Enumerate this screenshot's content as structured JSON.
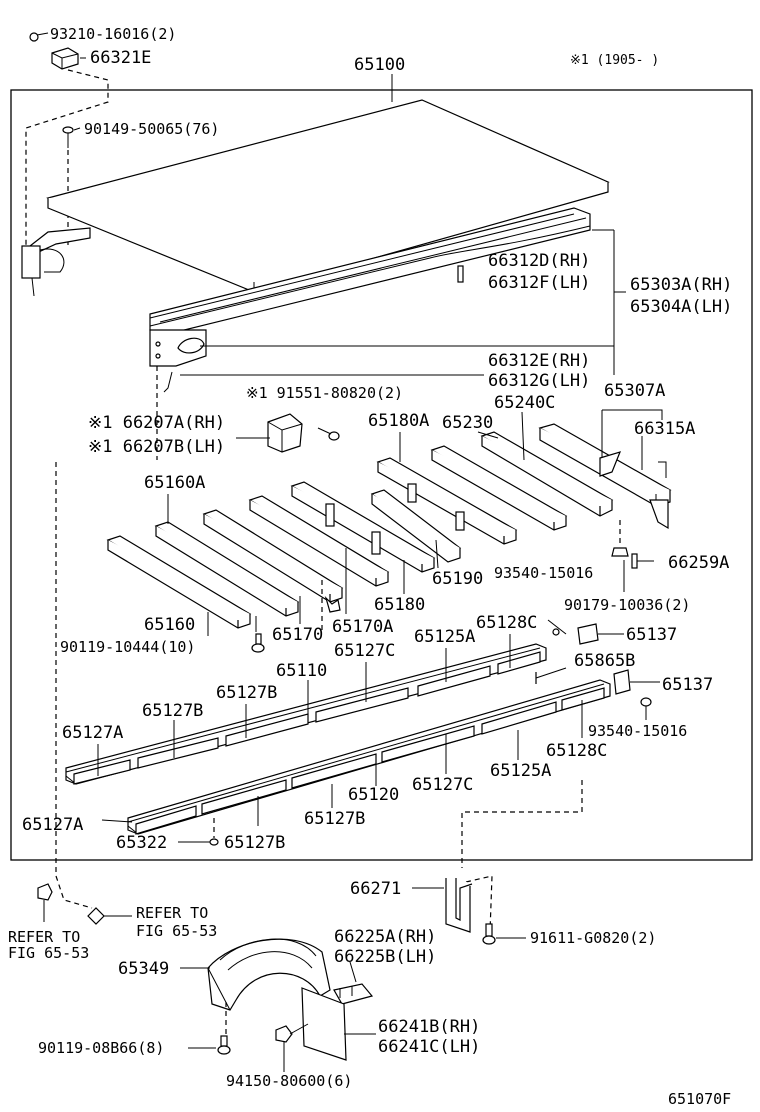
{
  "header": {
    "top_part_number": "93210-16016(2)",
    "top_part_2": "66321E",
    "main_assembly": "65100",
    "note_marker": "※1 (1905-    )"
  },
  "labels": {
    "p90149": "90149-50065(76)",
    "p66312D": "66312D(RH)",
    "p66312F": "66312F(LH)",
    "p65303A": "65303A(RH)",
    "p65304A": "65304A(LH)",
    "p66312E": "66312E(RH)",
    "p66312G": "66312G(LH)",
    "p65307A": "65307A",
    "p91551": "※1 91551-80820(2)",
    "p66207A": "※1 66207A(RH)",
    "p66207B": "※1 66207B(LH)",
    "p65180A": "65180A",
    "p65230": "65230",
    "p65240C": "65240C",
    "p66315A": "66315A",
    "p65160A": "65160A",
    "p66259A": "66259A",
    "p65190": "65190",
    "p93540a": "93540-15016",
    "p90179": "90179-10036(2)",
    "p65160": "65160",
    "p65180": "65180",
    "p65170": "65170",
    "p65170A": "65170A",
    "p90119a": "90119-10444(10)",
    "p65128Ca": "65128C",
    "p65137a": "65137",
    "p65125Aa": "65125A",
    "p65110": "65110",
    "p65127Ca": "65127C",
    "p65865B": "65865B",
    "p65137b": "65137",
    "p65127Ba": "65127B",
    "p65127Bb": "65127B",
    "p93540b": "93540-15016",
    "p65127Aa": "65127A",
    "p65128Cb": "65128C",
    "p65125Ab": "65125A",
    "p65120": "65120",
    "p65127Cb": "65127C",
    "p65127Ab": "65127A",
    "p65127Bc": "65127B",
    "p65322": "65322",
    "p65127Bd": "65127B",
    "p66271": "66271",
    "refer1a": "REFER TO",
    "refer1b": "FIG 65-53",
    "refer2a": "REFER TO",
    "refer2b": "FIG 65-53",
    "p91611": "91611-G0820(2)",
    "p66225A": "66225A(RH)",
    "p66225B": "66225B(LH)",
    "p65349": "65349",
    "p66241B": "66241B(RH)",
    "p66241C": "66241C(LH)",
    "p90119b": "90119-08B66(8)",
    "p94150": "94150-80600(6)",
    "footer_code": "651070F"
  }
}
